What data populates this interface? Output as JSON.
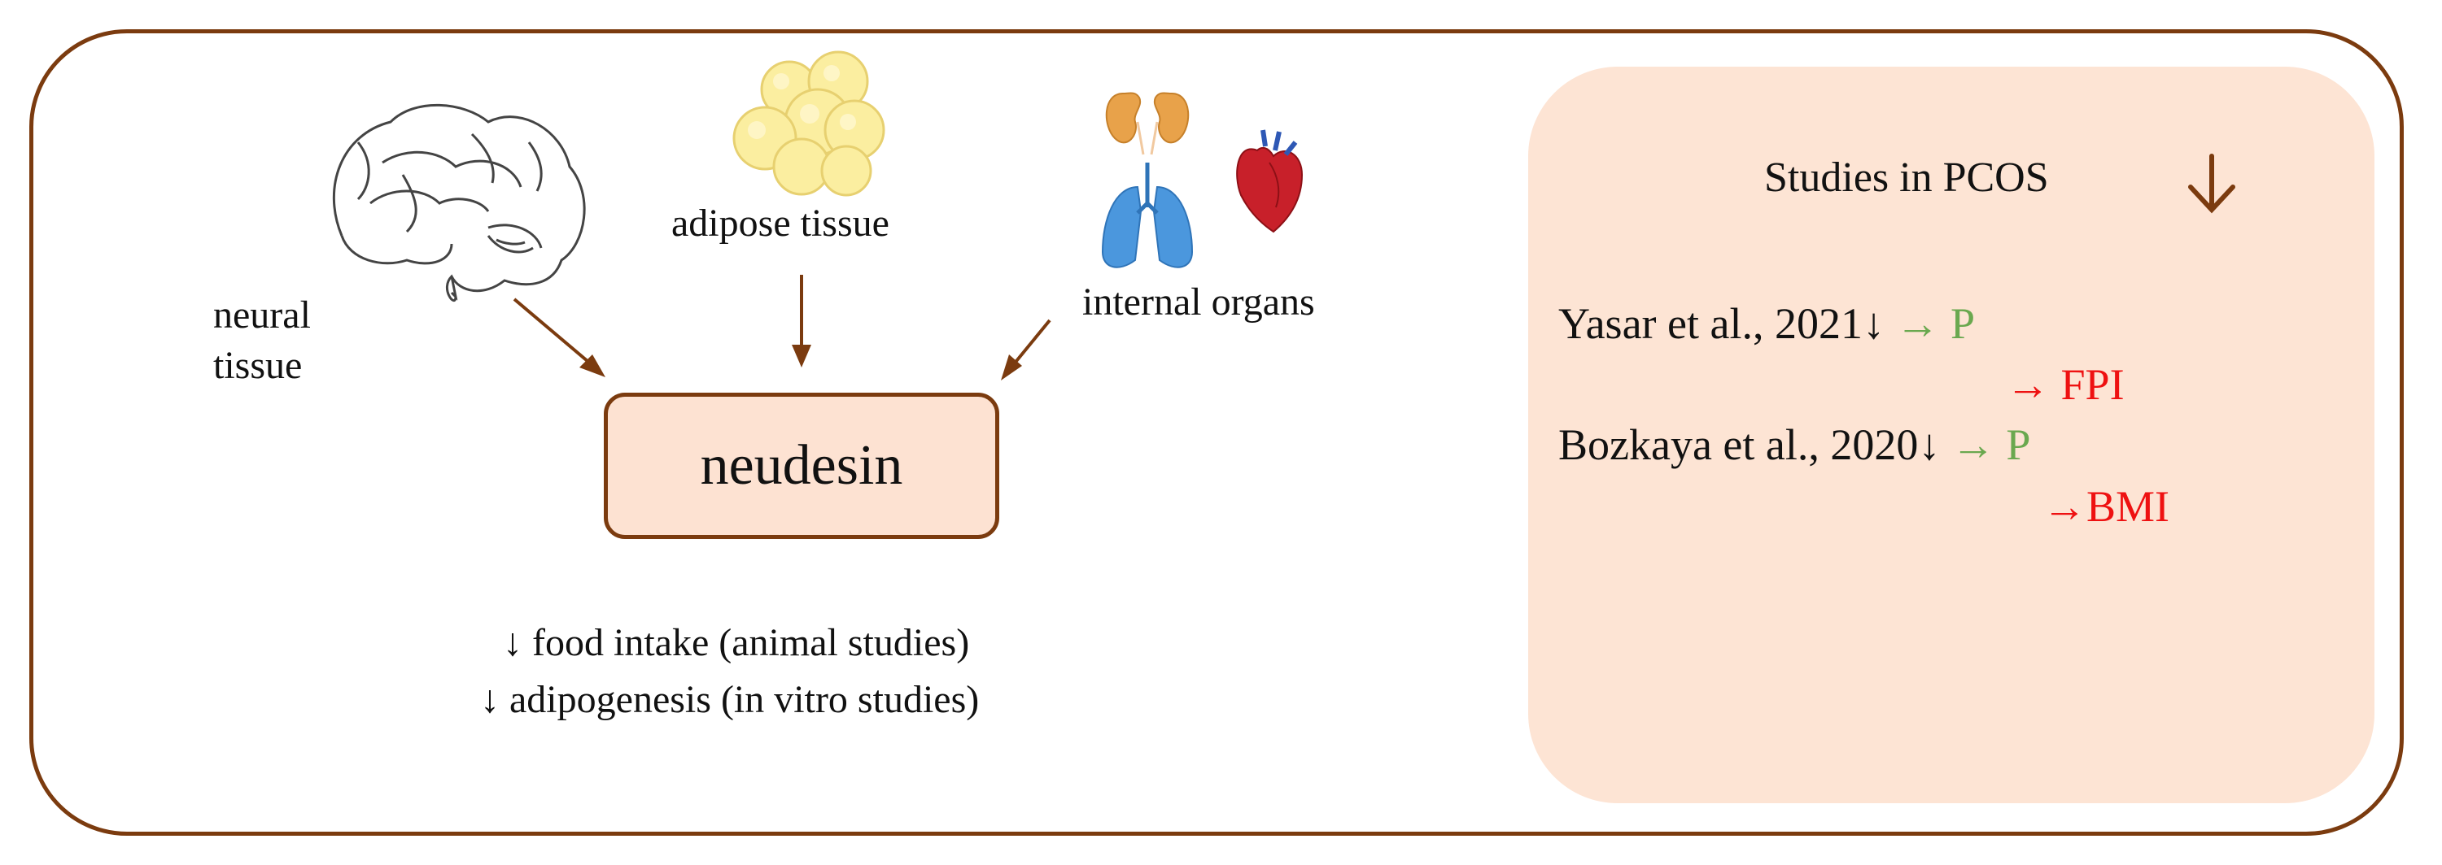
{
  "sources": {
    "neural": {
      "line1": "neural",
      "line2": "tissue"
    },
    "adipose": "adipose tissue",
    "organs": "internal organs"
  },
  "center": {
    "label": "neudesin"
  },
  "effects": [
    "↓ food intake (animal studies)",
    "↓ adipogenesis (in vitro studies)"
  ],
  "panel": {
    "title": "Studies in PCOS",
    "studies": [
      {
        "citation": "Yasar et al., 2021↓",
        "arrow1": "→ P",
        "arrow2": "→ FPI"
      },
      {
        "citation": "Bozkaya et al., 2020↓",
        "arrow1": "→ P",
        "arrow2": "→BMI"
      }
    ]
  },
  "colors": {
    "frame": "#7b3b0f",
    "box_fill": "#fde2d2",
    "panel_fill": "#fde4d4",
    "positive": "#6aa84f",
    "negative": "#ee1111"
  },
  "icons": [
    "brain-icon",
    "adipocyte-cluster-icon",
    "kidneys-icon",
    "lungs-icon",
    "heart-icon"
  ]
}
